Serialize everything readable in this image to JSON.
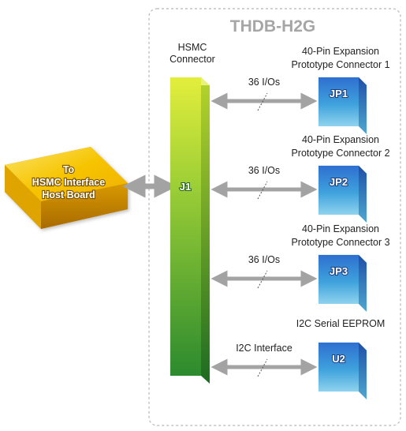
{
  "board": {
    "title": "THDB-H2G",
    "connector_label_line1": "HSMC",
    "connector_label_line2": "Connector",
    "j1_label": "J1"
  },
  "host": {
    "line1": "To",
    "line2": "HSMC Interface",
    "line3": "Host Board"
  },
  "targets": [
    {
      "title_line1": "40-Pin Expansion",
      "title_line2": "Prototype Connector 1",
      "box_label": "JP1",
      "link_label": "36 I/Os"
    },
    {
      "title_line1": "40-Pin Expansion",
      "title_line2": "Prototype Connector 2",
      "box_label": "JP2",
      "link_label": "36 I/Os"
    },
    {
      "title_line1": "40-Pin Expansion",
      "title_line2": "Prototype Connector 3",
      "box_label": "JP3",
      "link_label": "36 I/Os"
    },
    {
      "title_line1": "",
      "title_line2": "I2C Serial EEPROM",
      "box_label": "U2",
      "link_label": "I2C Interface"
    }
  ],
  "colors": {
    "frame": "#b3b3b3",
    "title": "#a6a6a6",
    "arrow": "#a3a3a3",
    "green_top": "#d8ea3a",
    "green_bottom": "#2f8a2f",
    "blue_front": "#3f9fd8",
    "gold_face": "#f7c400"
  }
}
